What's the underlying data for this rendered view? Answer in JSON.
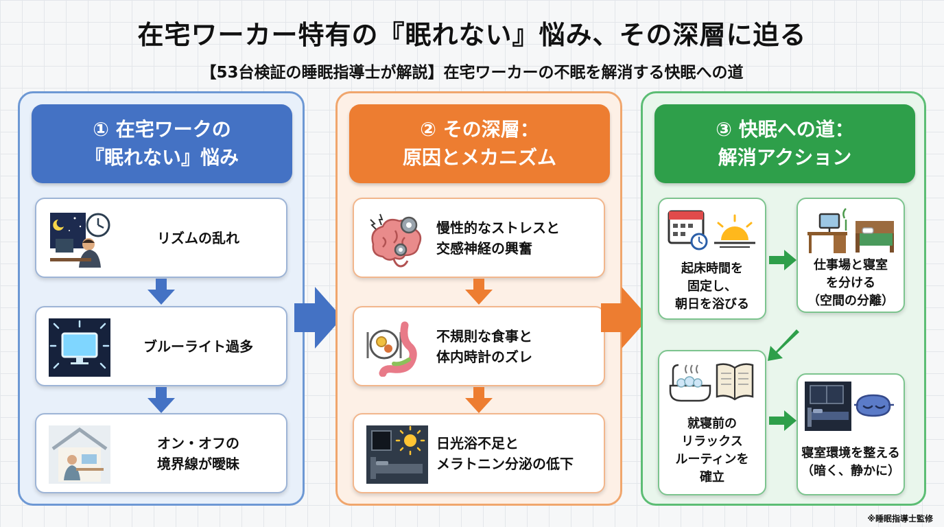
{
  "title": "在宅ワーカー特有の『眠れない』悩み、その深層に迫る",
  "subtitle": "【53台検証の睡眠指導士が解説】在宅ワーカーの不眠を解消する快眠への道",
  "panels": [
    {
      "head": [
        "① 在宅ワークの",
        "『眠れない』悩み"
      ],
      "items": [
        {
          "lines": [
            "リズムの乱れ"
          ],
          "icon": "night-desk-clock-icon"
        },
        {
          "lines": [
            "ブルーライト過多"
          ],
          "icon": "glowing-monitor-icon"
        },
        {
          "lines": [
            "オン・オフの",
            "境界線が曖昧"
          ],
          "icon": "home-office-icon"
        }
      ]
    },
    {
      "head": [
        "② その深層：",
        "原因とメカニズム"
      ],
      "items": [
        {
          "lines": [
            "慢性的なストレスと",
            "交感神経の興奮"
          ],
          "icon": "stressed-brain-icon"
        },
        {
          "lines": [
            "不規則な食事と",
            "体内時計のズレ"
          ],
          "icon": "plate-stomach-icon"
        },
        {
          "lines": [
            "日光浴不足と",
            "メラトニン分泌の低下"
          ],
          "icon": "dark-bedroom-sun-icon"
        }
      ]
    },
    {
      "head": [
        "③ 快眠への道：",
        "解消アクション"
      ],
      "items": [
        {
          "lines": [
            "起床時間を",
            "固定し、",
            "朝日を浴びる"
          ],
          "icon": "calendar-sunrise-icon"
        },
        {
          "lines": [
            "仕事場と寝室",
            "を分ける",
            "（空間の分離）"
          ],
          "icon": "desk-and-bed-icon"
        },
        {
          "lines": [
            "就寝前の",
            "リラックス",
            "ルーティンを",
            "確立"
          ],
          "icon": "bath-and-book-icon"
        },
        {
          "lines": [
            "寝室環境を整える",
            "（暗く、静かに）"
          ],
          "icon": "bedroom-eyemask-icon"
        }
      ]
    }
  ],
  "footer": "※睡眠指導士監修",
  "colors": {
    "blue": "#4472c4",
    "orange": "#ed7d31",
    "green": "#2e9f4a"
  }
}
